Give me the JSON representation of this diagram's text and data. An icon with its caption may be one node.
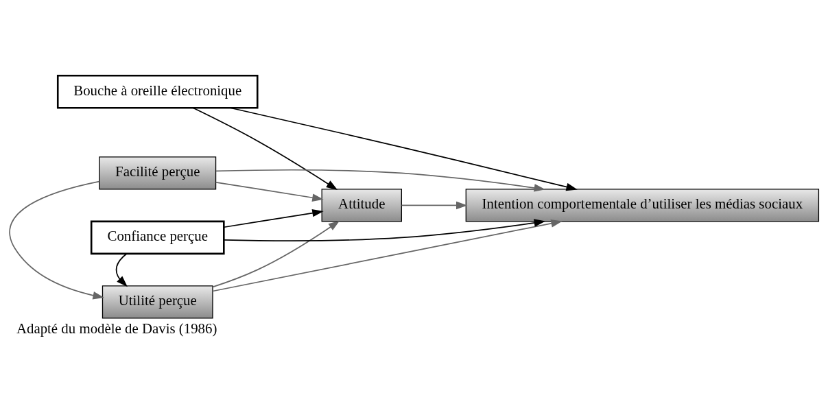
{
  "diagram": {
    "caption": "Adapté du modèle de Davis (1986)",
    "nodes": [
      {
        "text": [
          "Bouche à oreille électronique"
        ]
      },
      {
        "text": [
          "Facilité perçue"
        ]
      },
      {
        "text": [
          "Attitude"
        ]
      },
      {
        "text": [
          "Intention comportementale d’utiliser les médias sociaux"
        ]
      },
      {
        "text": [
          "Utilité perçue"
        ]
      },
      {
        "text": [
          "Confiance perçue"
        ]
      }
    ],
    "edges": [
      {
        "from": 0,
        "to": 2,
        "arrow": "to",
        "color": "#000000"
      },
      {
        "from": 0,
        "to": 3,
        "arrow": "to",
        "color": "#000000"
      },
      {
        "from": 1,
        "to": 3,
        "arrow": "to"
      },
      {
        "from": 1,
        "to": 2,
        "arrow": "to"
      },
      {
        "from": 1,
        "to": 4,
        "arrow": "to"
      },
      {
        "from": 2,
        "to": 3,
        "arrow": "to"
      },
      {
        "from": 4,
        "to": 2,
        "arrow": "to"
      },
      {
        "from": 4,
        "to": 3,
        "arrow": "to"
      },
      {
        "from": 5,
        "to": 4,
        "arrow": "to",
        "color": "#000000"
      },
      {
        "from": 5,
        "to": 2,
        "arrow": "to",
        "color": "#000000"
      },
      {
        "from": 5,
        "to": 3,
        "arrow": "to",
        "color": "#000000"
      }
    ]
  }
}
